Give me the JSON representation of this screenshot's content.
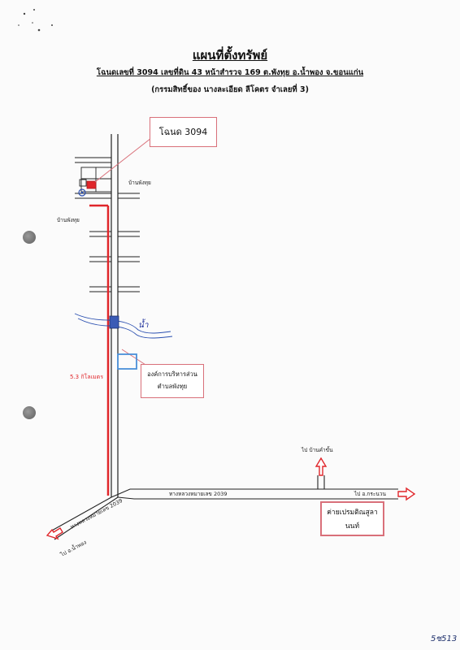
{
  "header": {
    "title": "แผนที่ตั้งทรัพย์",
    "subtitle": "โฉนดเลขที่ 3094 เลขที่ดิน 43 หน้าสำรวจ 169 ต.พังทุย อ.น้ำพอง จ.ขอนแก่น",
    "owner": "(กรรมสิทธิ์ของ นางละเอียด ลีโคตร จำเลยที่ 3)"
  },
  "map": {
    "deed_label": "โฉนด 3094",
    "village_right": "บ้านพังทุย",
    "village_left": "บ้านพังทุย",
    "distance_label": "5.3 กิโลเมตร",
    "creek_label": "น้ำ",
    "office_label_line1": "องค์การบริหารส่วน",
    "office_label_line2": "ตำบลพังทุย",
    "to_ban_kham_label": "ไป บ้านคำขั้น",
    "highway_label": "ทางหลวงหมายเลข 2039",
    "highway_label_diag": "ทางหลวงหมายเลข 2039",
    "to_kranuan_label": "ไป อ.กระนวน",
    "to_nam_phong_label": "ไป อ.น้ำพอง",
    "camp_label_line1": "ค่ายเปรมติณสูลา",
    "camp_label_line2": "นนท์"
  },
  "footer": {
    "code": "5ซ513"
  },
  "colors": {
    "route": "#e0262b",
    "box_border": "#d9707a",
    "parcel": "#e0262b",
    "water": "#2a4fb0",
    "office": "#4a90d9"
  }
}
